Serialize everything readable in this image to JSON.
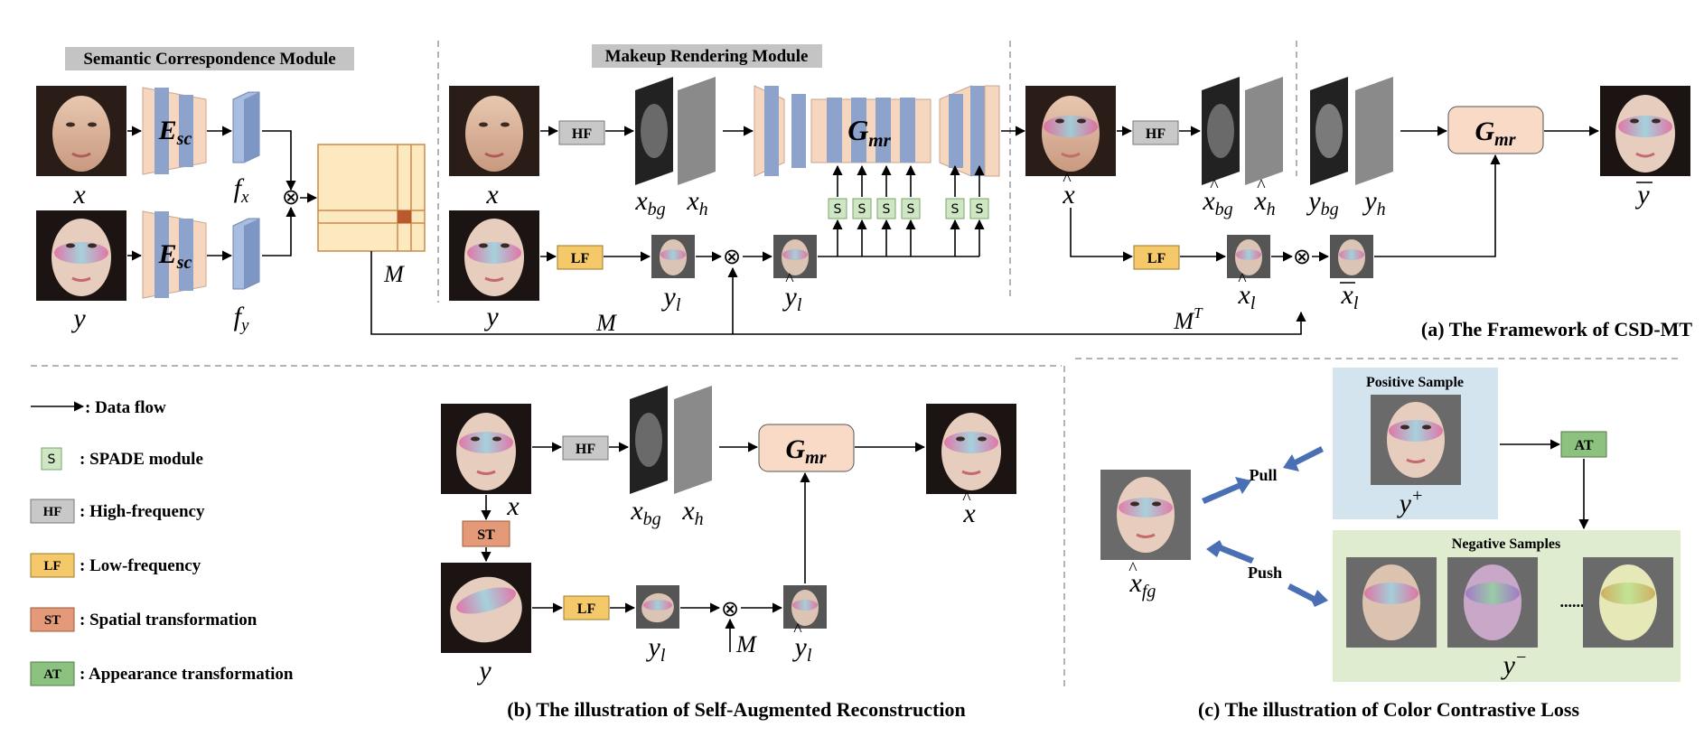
{
  "modules": {
    "semantic_correspondence": "Semantic Correspondence Module",
    "makeup_rendering": "Makeup Rendering Module"
  },
  "captions": {
    "framework": "(a) The Framework of CSD-MT",
    "self_augmented": "(b) The illustration of Self-Augmented Reconstruction",
    "color_contrastive": "(c) The illustration of Color Contrastive Loss"
  },
  "blocks": {
    "hf": "HF",
    "lf": "LF",
    "st": "ST",
    "at": "AT",
    "s": "S"
  },
  "networks": {
    "encoder_base": "E",
    "encoder_sub": "sc",
    "generator_base": "G",
    "generator_sub": "mr"
  },
  "symbols": {
    "x": "x",
    "y": "y",
    "fx": "f",
    "fx_sub": "x",
    "fy": "f",
    "fy_sub": "y",
    "M": "M",
    "MT": "M",
    "MT_sup": "T",
    "bg": "bg",
    "h": "h",
    "l": "l",
    "fg": "fg",
    "plus": "+",
    "minus": "−",
    "otimes": "⊗"
  },
  "legend": [
    {
      "key": "arrow",
      "label": ": Data flow"
    },
    {
      "key": "S",
      "label": ": SPADE module",
      "color": "#cfe6c4"
    },
    {
      "key": "HF",
      "label": ": High-frequency",
      "color": "#c8c8c8"
    },
    {
      "key": "LF",
      "label": ": Low-frequency",
      "color": "#f5c96a"
    },
    {
      "key": "ST",
      "label": ": Spatial transformation",
      "color": "#e49a79"
    },
    {
      "key": "AT",
      "label": ": Appearance transformation",
      "color": "#8cc27f"
    }
  ],
  "contrastive": {
    "positive_title": "Positive Sample",
    "negative_title": "Negative Samples",
    "pull": "Pull",
    "push": "Push",
    "ellipsis": "......"
  },
  "colors": {
    "hf": "#c8c8c8",
    "lf": "#f5c96a",
    "st": "#e49a79",
    "at": "#8cc27f",
    "spade": "#cfe6c4",
    "encoder_body": "#f7d6c0",
    "encoder_bar": "#8da3cc",
    "feature": "#a9bde0",
    "corr_matrix": "#fde9c0",
    "generator_box": "#f8dac7",
    "positive_bg": "#d3e4ef",
    "negative_bg": "#dfeccf",
    "module_label_bg": "#c4c4c4",
    "arrow_blue": "#4a6fb5"
  }
}
